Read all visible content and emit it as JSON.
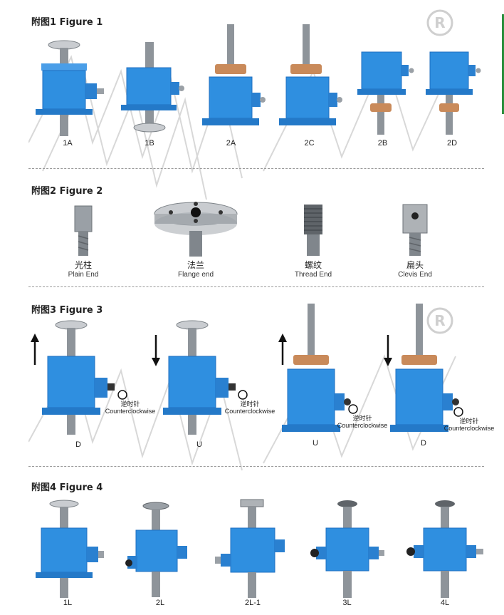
{
  "figures": [
    {
      "title": "附图1 Figure 1",
      "items": [
        {
          "label": "1A",
          "variant": "flange-top"
        },
        {
          "label": "1B",
          "variant": "flange-bottom"
        },
        {
          "label": "2A",
          "variant": "nut-top"
        },
        {
          "label": "2C",
          "variant": "nut-top"
        },
        {
          "label": "2B",
          "variant": "nut-bottom"
        },
        {
          "label": "2D",
          "variant": "nut-bottom"
        }
      ]
    },
    {
      "title": "附图2 Figure 2",
      "items": [
        {
          "cn": "光柱",
          "en": "Plain End"
        },
        {
          "cn": "法兰",
          "en": "Flange end"
        },
        {
          "cn": "螺纹",
          "en": "Thread End"
        },
        {
          "cn": "扁头",
          "en": "Clevis End"
        }
      ]
    },
    {
      "title": "附图3 Figure 3",
      "items": [
        {
          "label": "D",
          "arrow": "up",
          "rotation_cn": "逆时针",
          "rotation_en": "Counterclockwise"
        },
        {
          "label": "U",
          "arrow": "down",
          "rotation_cn": "逆时针",
          "rotation_en": "Counterclockwise"
        },
        {
          "label": "U",
          "arrow": "up",
          "rotation_cn": "逆时针",
          "rotation_en": "Counterclockwise"
        },
        {
          "label": "D",
          "arrow": "down",
          "rotation_cn": "逆时针",
          "rotation_en": "Counterclockwise"
        }
      ]
    },
    {
      "title": "附图4 Figure 4",
      "items": [
        {
          "label": "1L"
        },
        {
          "label": "2L"
        },
        {
          "label": "2L-1"
        },
        {
          "label": "3L"
        },
        {
          "label": "4L"
        }
      ]
    }
  ],
  "colors": {
    "body_blue": "#2f8fe0",
    "body_dark": "#1f6fc0",
    "steel": "#9aa0a6",
    "bronze": "#c98a5a",
    "divider": "#999999",
    "accent_bar": "#2a8f3c"
  },
  "watermark": "registered-mark"
}
